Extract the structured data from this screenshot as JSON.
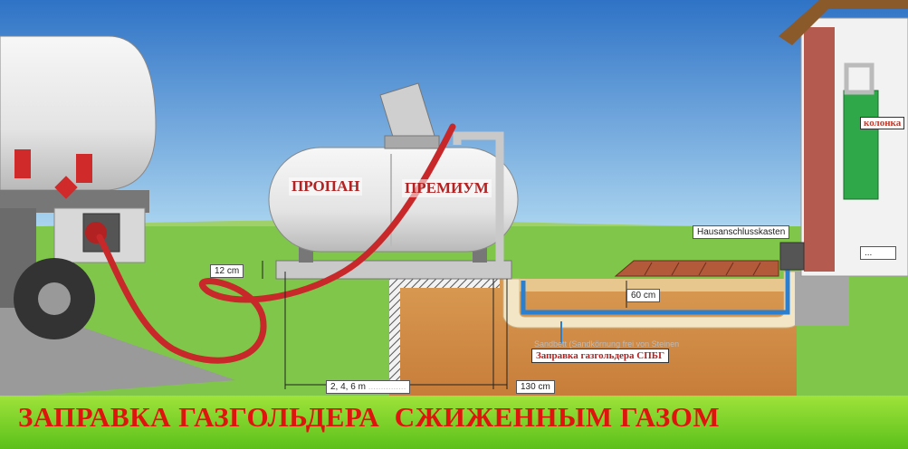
{
  "tank_labels": {
    "left": "ПРОПАН",
    "right": "ПРЕМИУМ"
  },
  "house": {
    "kolonka": "колонка",
    "connection_box": "Hausanschlusskasten",
    "dots": "..."
  },
  "dimensions": {
    "platform_gap": "12 cm",
    "depth": "60 cm",
    "distance": "2, 4, 6 m",
    "distance_faded": "...............",
    "right_offset": "130 cm"
  },
  "notes": {
    "sand_faded": "Sandbett (Sandkörnung frei von Steinen",
    "refuel_note": "Заправка газгольдера СПБГ"
  },
  "banner": {
    "title": "ЗАПРАВКА ГАЗГОЛЬДЕРА  СЖИЖЕННЫМ ГАЗОМ"
  },
  "colors": {
    "banner_text": "#e0140f",
    "banner_bg": "#6ccf22",
    "hose": "#c8282a",
    "pipe": "#2a7fd0",
    "sky": "#5aa0dc",
    "grass": "#7ec84a"
  }
}
